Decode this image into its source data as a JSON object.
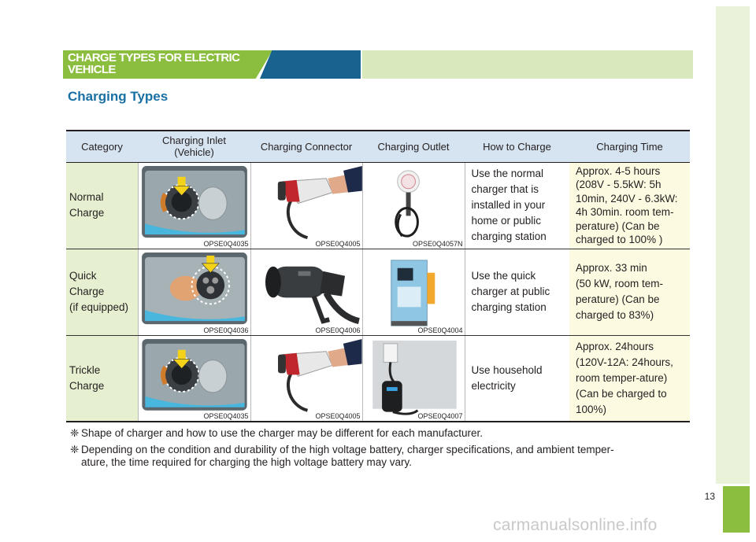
{
  "header": {
    "banner_line1": "CHARGE TYPES FOR ELECTRIC",
    "banner_line2": "VEHICLE",
    "section_title": "Charging Types"
  },
  "table": {
    "headers": [
      "Category",
      "Charging Inlet (Vehicle)",
      "Charging Connector",
      "Charging Outlet",
      "How to Charge",
      "Charging Time"
    ],
    "header_inlet_line1": "Charging Inlet",
    "header_inlet_line2": "(Vehicle)",
    "rows": [
      {
        "category_lines": [
          "Normal",
          "Charge"
        ],
        "inlet_code": "OPSE0Q4035",
        "connector_code": "OPSE0Q4005",
        "outlet_code": "OPSE0Q4057N",
        "how_lines": [
          "Use the normal",
          "charger that is",
          "installed in your",
          "home or public",
          "charging station"
        ],
        "time_lines": [
          "Approx. 4-5 hours",
          "(208V - 5.5kW: 5h",
          "10min, 240V - 6.3kW:",
          "4h 30min. room tem-",
          "perature) (Can be",
          "charged to 100% )"
        ]
      },
      {
        "category_lines": [
          "Quick",
          "Charge",
          "(if equipped)"
        ],
        "inlet_code": "OPSE0Q4036",
        "connector_code": "OPSE0Q4006",
        "outlet_code": "OPSE0Q4004",
        "how_lines": [
          "Use the quick",
          "charger at public",
          "charging station"
        ],
        "time_lines": [
          "Approx. 33 min",
          "(50 kW, room tem-",
          "perature) (Can be",
          "charged to 83%)"
        ]
      },
      {
        "category_lines": [
          "Trickle",
          "Charge"
        ],
        "inlet_code": "OPSE0Q4035",
        "connector_code": "OPSE0Q4005",
        "outlet_code": "OPSE0Q4007",
        "how_lines": [
          "Use household",
          "electricity"
        ],
        "time_lines": [
          "Approx. 24hours",
          "(120V-12A: 24hours,",
          "room temper-ature)",
          "(Can be charged to",
          "100%)"
        ]
      }
    ]
  },
  "notes": {
    "marker": "❈",
    "note1": "Shape of charger and how to use the charger may be different for each manufacturer.",
    "note2_line1": "Depending on the condition and durability of the high voltage battery, charger specifications, and ambient temper-",
    "note2_line2": "ature, the time required for charging the high voltage battery may vary."
  },
  "footer": {
    "page_number": "13",
    "watermark": "carmanualsonline.info"
  },
  "colors": {
    "accent_green": "#8bbd3f",
    "accent_blue": "#17628f",
    "title_blue": "#1a6fa3",
    "header_fill": "#d6e3f0",
    "category_fill": "#e6f0d0",
    "time_fill": "#fdfae2"
  }
}
